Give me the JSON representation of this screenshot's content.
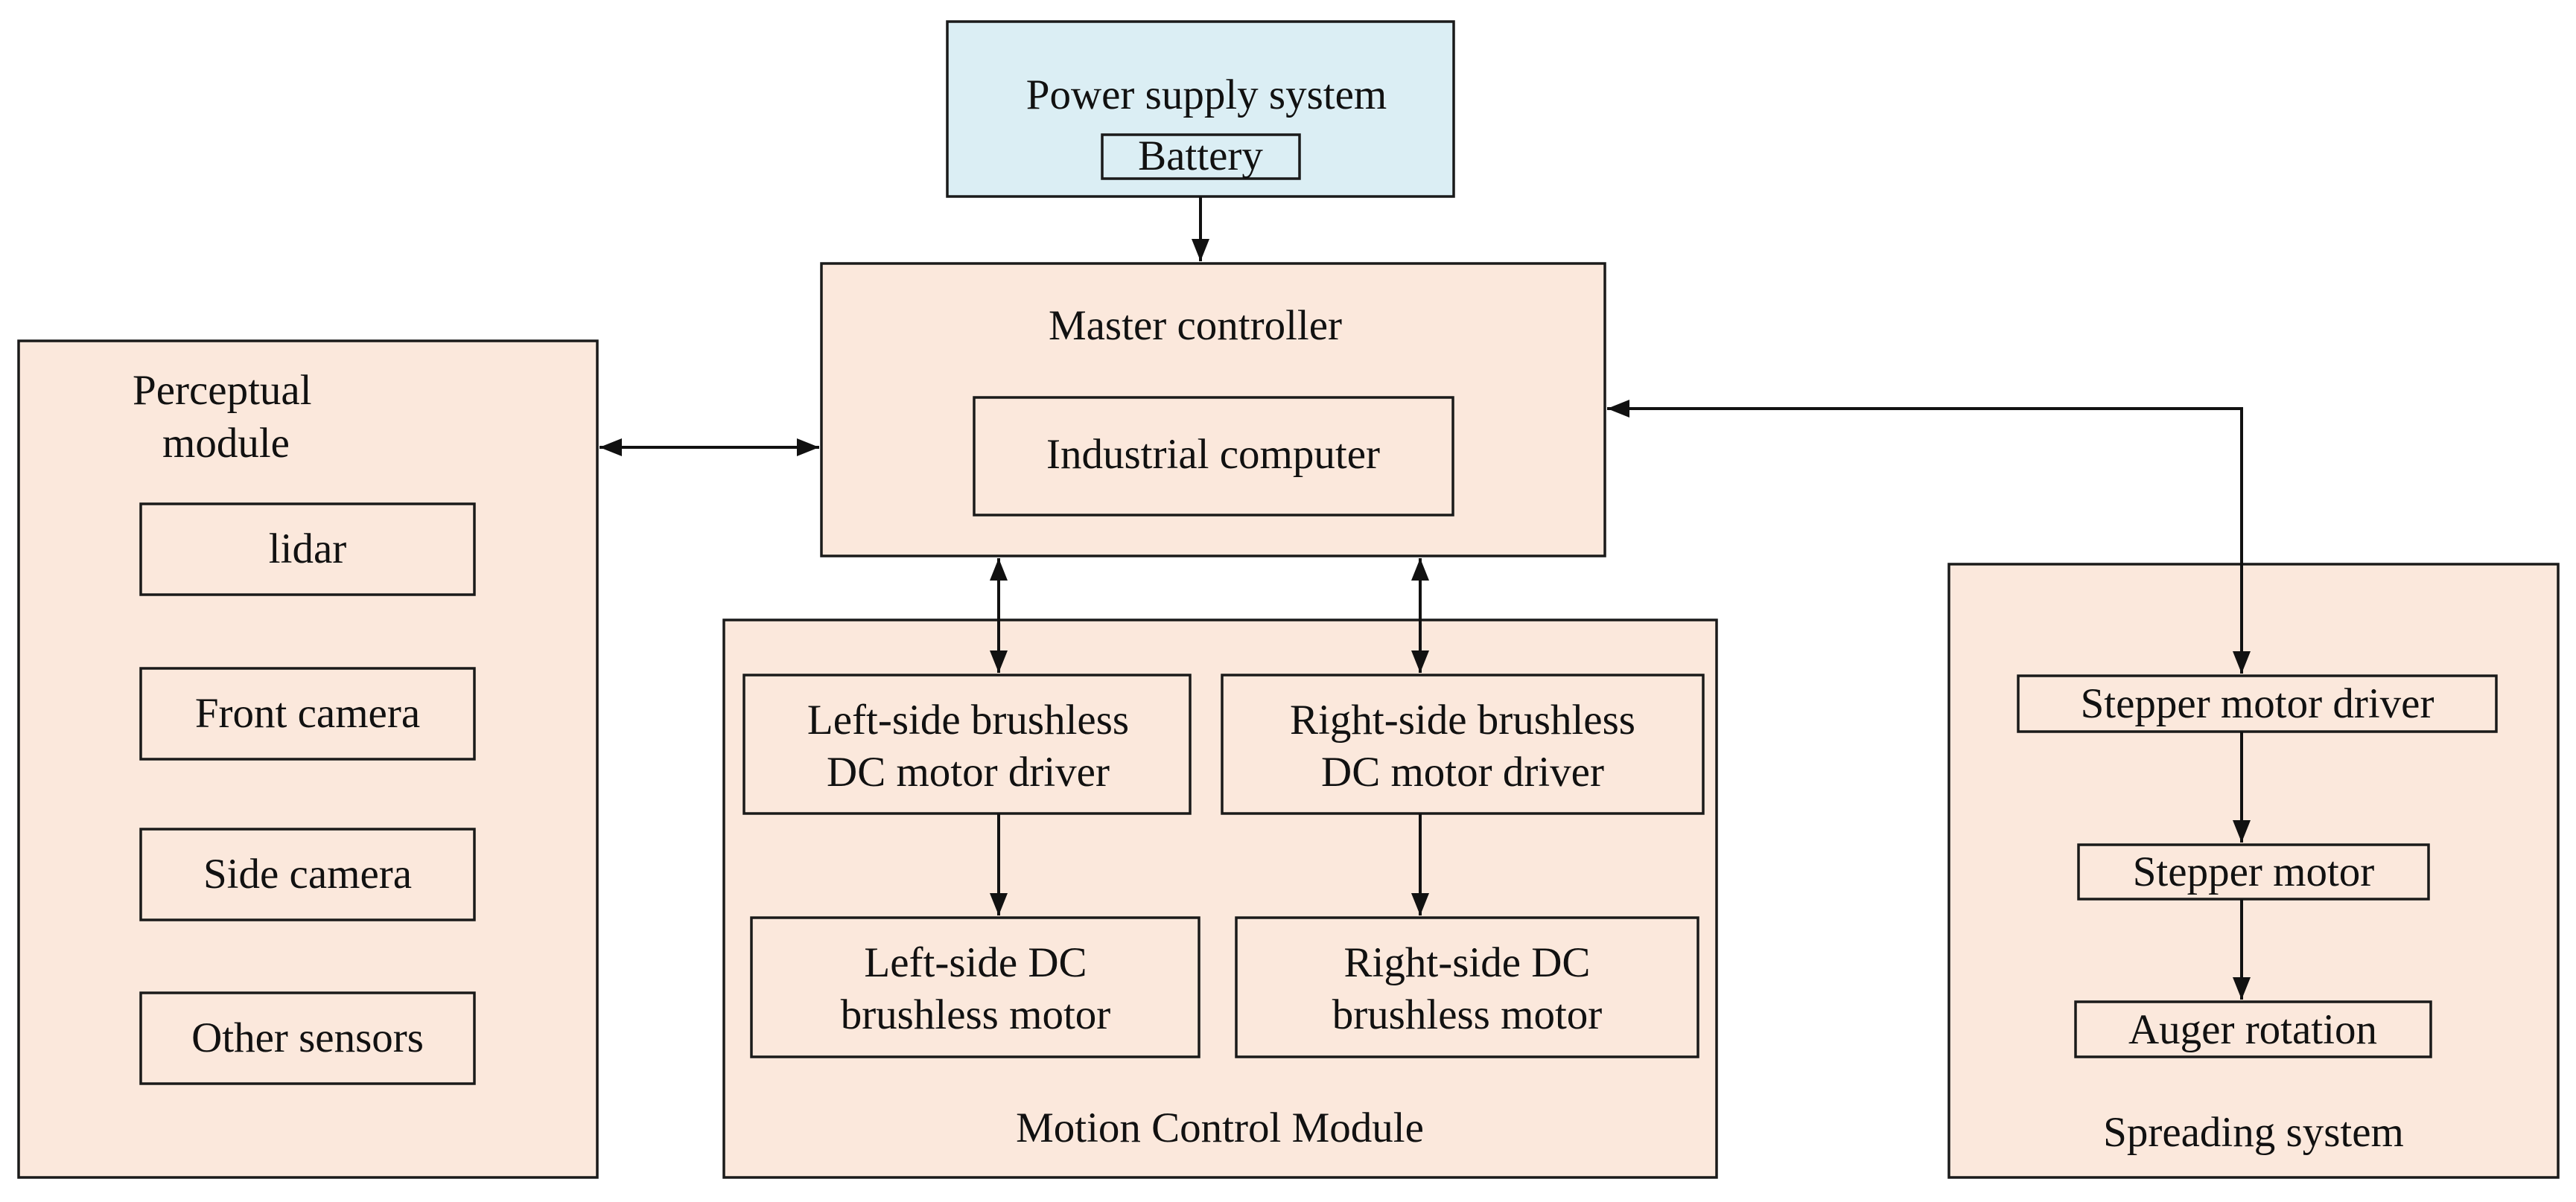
{
  "power_supply": {
    "title": "Power supply system",
    "battery": "Battery"
  },
  "master_controller": {
    "title": "Master controller",
    "industrial_computer": "Industrial computer"
  },
  "perceptual_module": {
    "title_line1": "Perceptual",
    "title_line2": "module",
    "items": [
      "lidar",
      "Front camera",
      "Side camera",
      "Other sensors"
    ]
  },
  "motion_control": {
    "title": "Motion Control Module",
    "left_driver_line1": "Left-side brushless",
    "left_driver_line2": "DC motor driver",
    "right_driver_line1": "Right-side brushless",
    "right_driver_line2": "DC motor driver",
    "left_motor_line1": "Left-side DC",
    "left_motor_line2": "brushless motor",
    "right_motor_line1": "Right-side DC",
    "right_motor_line2": "brushless motor"
  },
  "spreading_system": {
    "title": "Spreading system",
    "driver": "Stepper motor driver",
    "motor": "Stepper motor",
    "auger": "Auger rotation"
  },
  "colors": {
    "module_fill": "#fbe8dc",
    "power_fill": "#dbeef4",
    "stroke": "#1a1a1a"
  }
}
